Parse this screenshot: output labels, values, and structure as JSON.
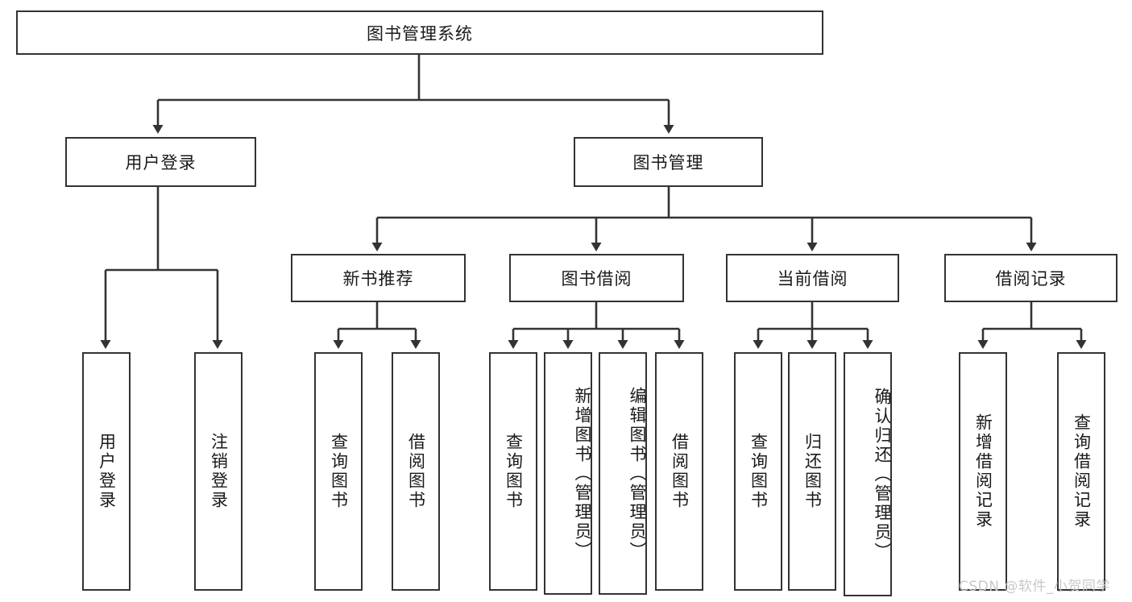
{
  "diagram": {
    "type": "tree",
    "title": "图书管理系统",
    "watermark": "CSDN @软件_小贺同学",
    "colors": {
      "stroke": "#333333",
      "background": "#ffffff",
      "text": "#1a1a1a",
      "watermark": "#c8c8c8"
    },
    "nodes": {
      "root": "图书管理系统",
      "level2": {
        "user_login": "用户登录",
        "book_manage": "图书管理"
      },
      "level3": {
        "new_book_rec": "新书推荐",
        "book_borrow": "图书借阅",
        "current_borrow": "当前借阅",
        "borrow_record": "借阅记录"
      },
      "leaves": {
        "user_login_leaf": "用户登录",
        "logout_leaf": "注销登录",
        "rec_query": "查询图书",
        "rec_borrow": "借阅图书",
        "borrow_query": "查询图书",
        "borrow_add": "新增图书（管理员）",
        "borrow_edit": "编辑图书（管理员）",
        "borrow_lend": "借阅图书",
        "cur_query": "查询图书",
        "cur_return": "归还图书",
        "cur_confirm": "确认归还（管理员）",
        "rec_add": "新增借阅记录",
        "rec_search": "查询借阅记录"
      }
    }
  }
}
